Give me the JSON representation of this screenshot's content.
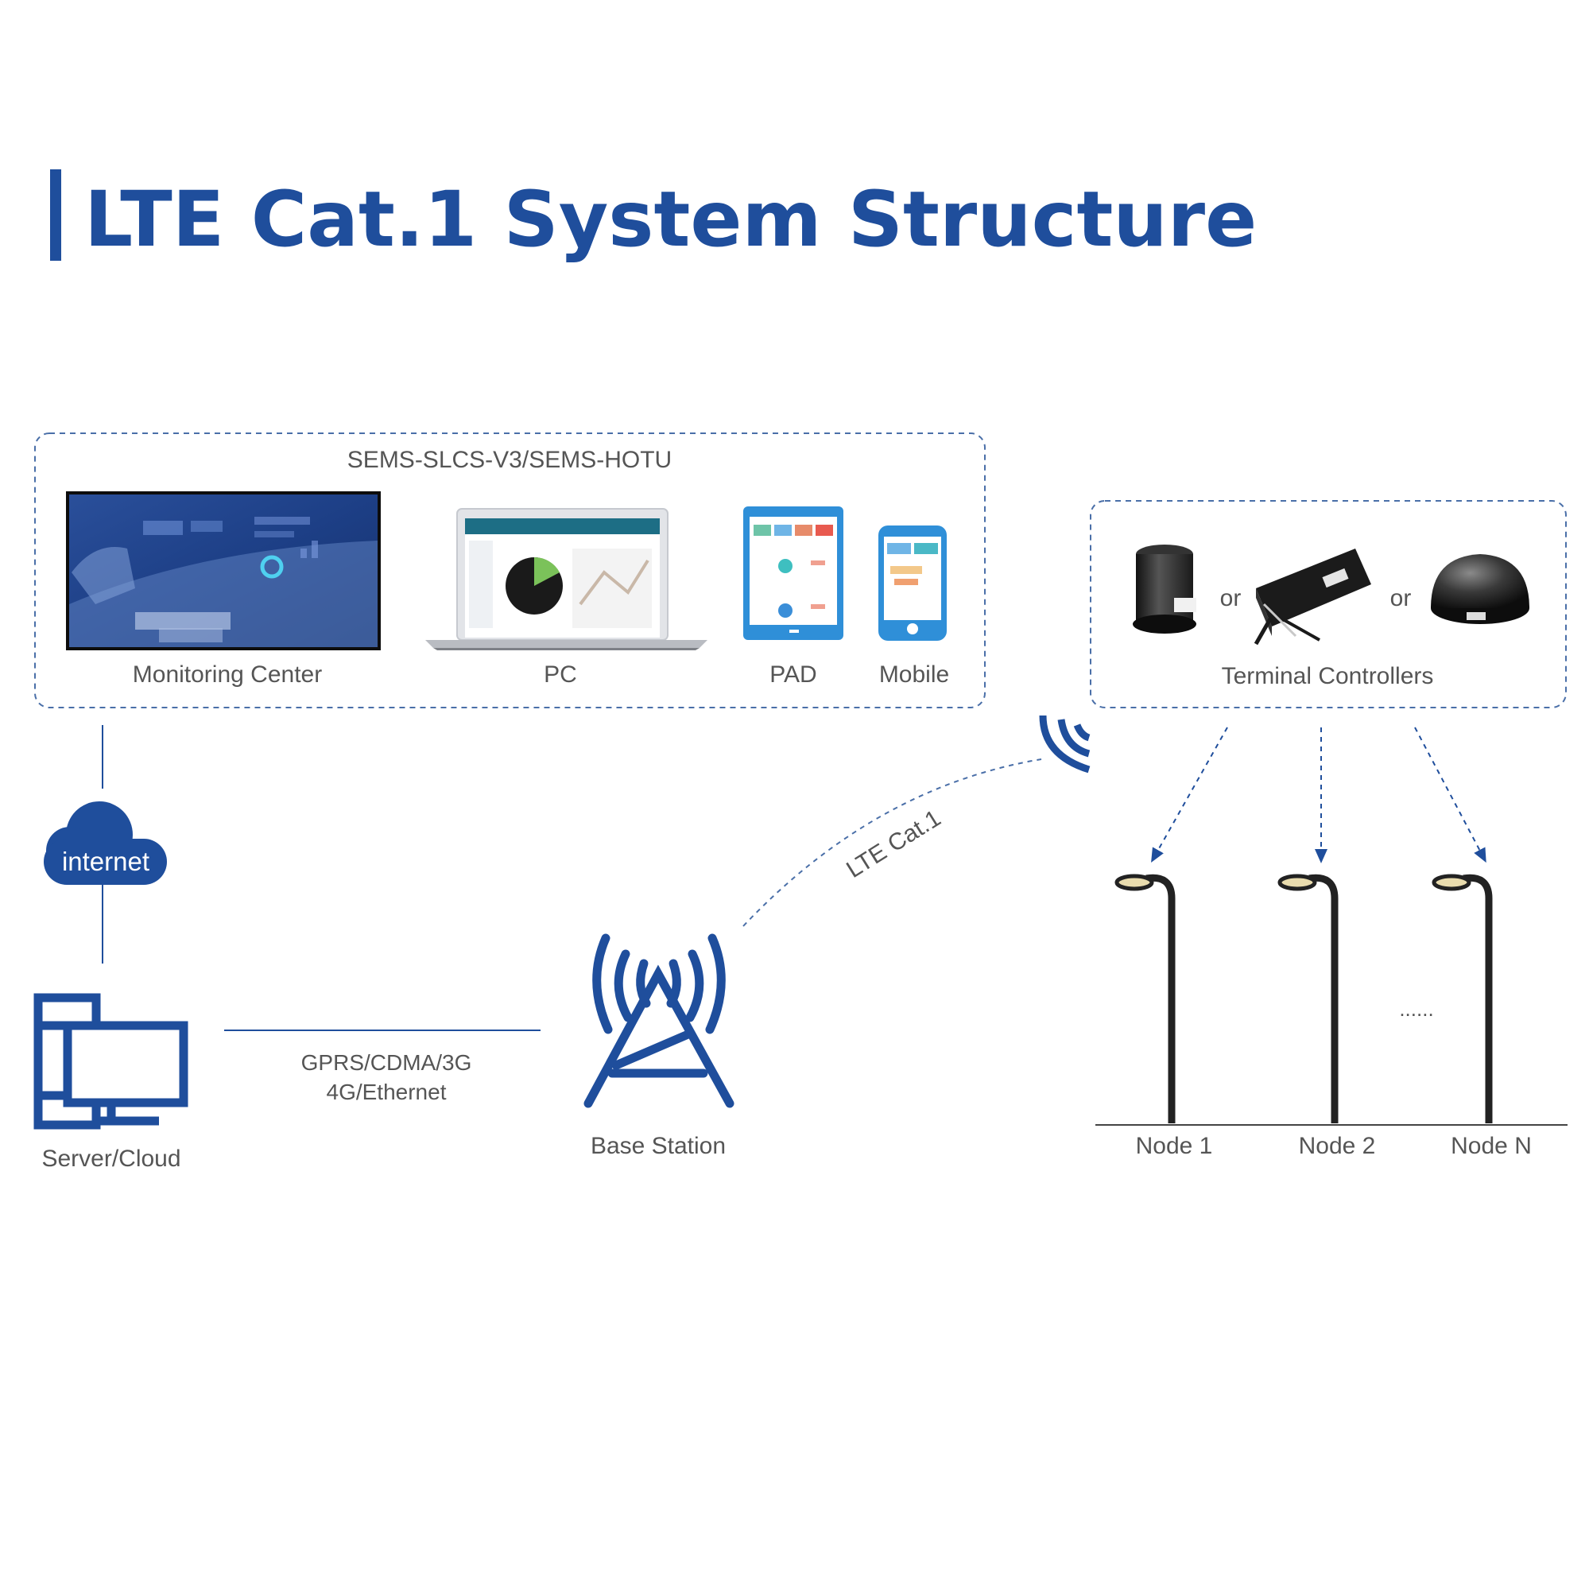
{
  "title": "LTE Cat.1 System Structure",
  "colors": {
    "brand": "#1f4e9c",
    "label": "#555555",
    "dash": "#4a6fa8",
    "pole": "#222222"
  },
  "software_group": {
    "title": "SEMS-SLCS-V3/SEMS-HOTU",
    "items": [
      {
        "name": "monitoring-center",
        "label": "Monitoring Center"
      },
      {
        "name": "pc",
        "label": "PC"
      },
      {
        "name": "pad",
        "label": "PAD"
      },
      {
        "name": "mobile",
        "label": "Mobile"
      }
    ]
  },
  "terminal_group": {
    "title": "Terminal Controllers",
    "separators": [
      "or",
      "or"
    ]
  },
  "internet_label": "internet",
  "server_label": "Server/Cloud",
  "link_label_line1": "GPRS/CDMA/3G",
  "link_label_line2": "4G/Ethernet",
  "base_station_label": "Base Station",
  "wireless_label": "LTE Cat.1",
  "nodes": [
    "Node 1",
    "Node 2",
    "Node N"
  ],
  "ellipsis": "......"
}
